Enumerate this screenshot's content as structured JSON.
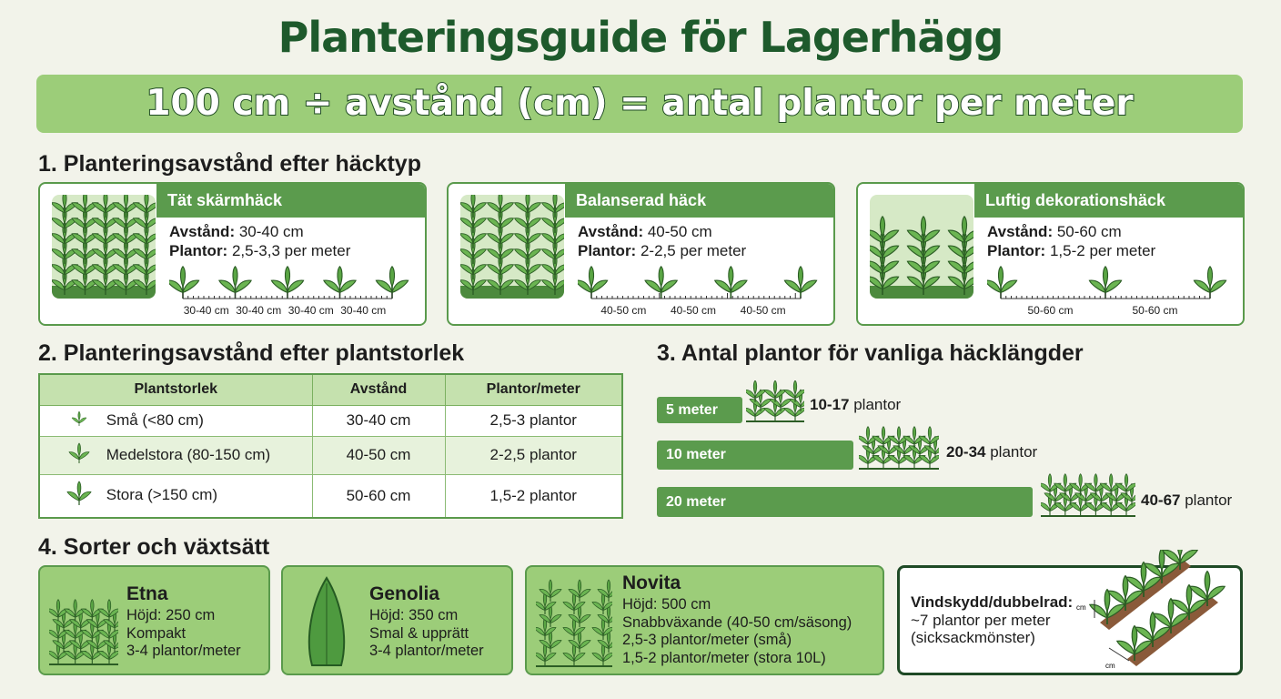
{
  "title": "Planteringsguide för Lagerhägg",
  "formula": "100 cm ÷ avstånd (cm) = antal plantor per meter",
  "section1": {
    "heading": "1. Planteringsavstånd efter häcktyp",
    "avstand_label": "Avstånd:",
    "plantor_label": "Plantor:",
    "cards": [
      {
        "title": "Tät skärmhäck",
        "avstand": "30-40 cm",
        "plantor": "2,5-3,3 per meter",
        "spacing_label": "30-40 cm",
        "plants": 5
      },
      {
        "title": "Balanserad häck",
        "avstand": "40-50 cm",
        "plantor": "2-2,5 per meter",
        "spacing_label": "40-50 cm",
        "plants": 4
      },
      {
        "title": "Luftig dekorationshäck",
        "avstand": "50-60 cm",
        "plantor": "1,5-2 per meter",
        "spacing_label": "50-60 cm",
        "plants": 3
      }
    ]
  },
  "section2": {
    "heading": "2. Planteringsavstånd efter plantstorlek",
    "columns": [
      "Plantstorlek",
      "Avstånd",
      "Plantor/meter"
    ],
    "rows": [
      [
        "Små (<80 cm)",
        "30-40 cm",
        "2,5-3 plantor"
      ],
      [
        "Medelstora (80-150 cm)",
        "40-50 cm",
        "2-2,5 plantor"
      ],
      [
        "Stora (>150 cm)",
        "50-60 cm",
        "1,5-2 plantor"
      ]
    ]
  },
  "section3": {
    "heading": "3. Antal plantor för vanliga häcklängder",
    "rows": [
      {
        "length": "5 meter",
        "count": "10-17",
        "unit": "plantor"
      },
      {
        "length": "10 meter",
        "count": "20-34",
        "unit": "plantor"
      },
      {
        "length": "20 meter",
        "count": "40-67",
        "unit": "plantor"
      }
    ]
  },
  "section4": {
    "heading": "4. Sorter och växtsätt",
    "varieties": [
      {
        "name": "Etna",
        "lines": [
          "Höjd: 250 cm",
          "Kompakt",
          "3-4 plantor/meter"
        ]
      },
      {
        "name": "Genolia",
        "lines": [
          "Höjd: 350 cm",
          "Smal & upprätt",
          "3-4 plantor/meter"
        ]
      },
      {
        "name": "Novita",
        "lines": [
          "Höjd: 500 cm",
          "Snabbväxande (40-50 cm/säsong)",
          "2,5-3 plantor/meter (små)",
          "1,5-2 plantor/meter (stora 10L)"
        ]
      }
    ],
    "windbreak": {
      "title": "Vindskydd/dubbelrad:",
      "line1": "~7 plantor per meter",
      "line2": "(sicksackmönster)",
      "dim_label": "cm"
    }
  },
  "colors": {
    "primary": "#5b9b4d",
    "light": "#9ccd79",
    "title": "#1e5a2c"
  }
}
